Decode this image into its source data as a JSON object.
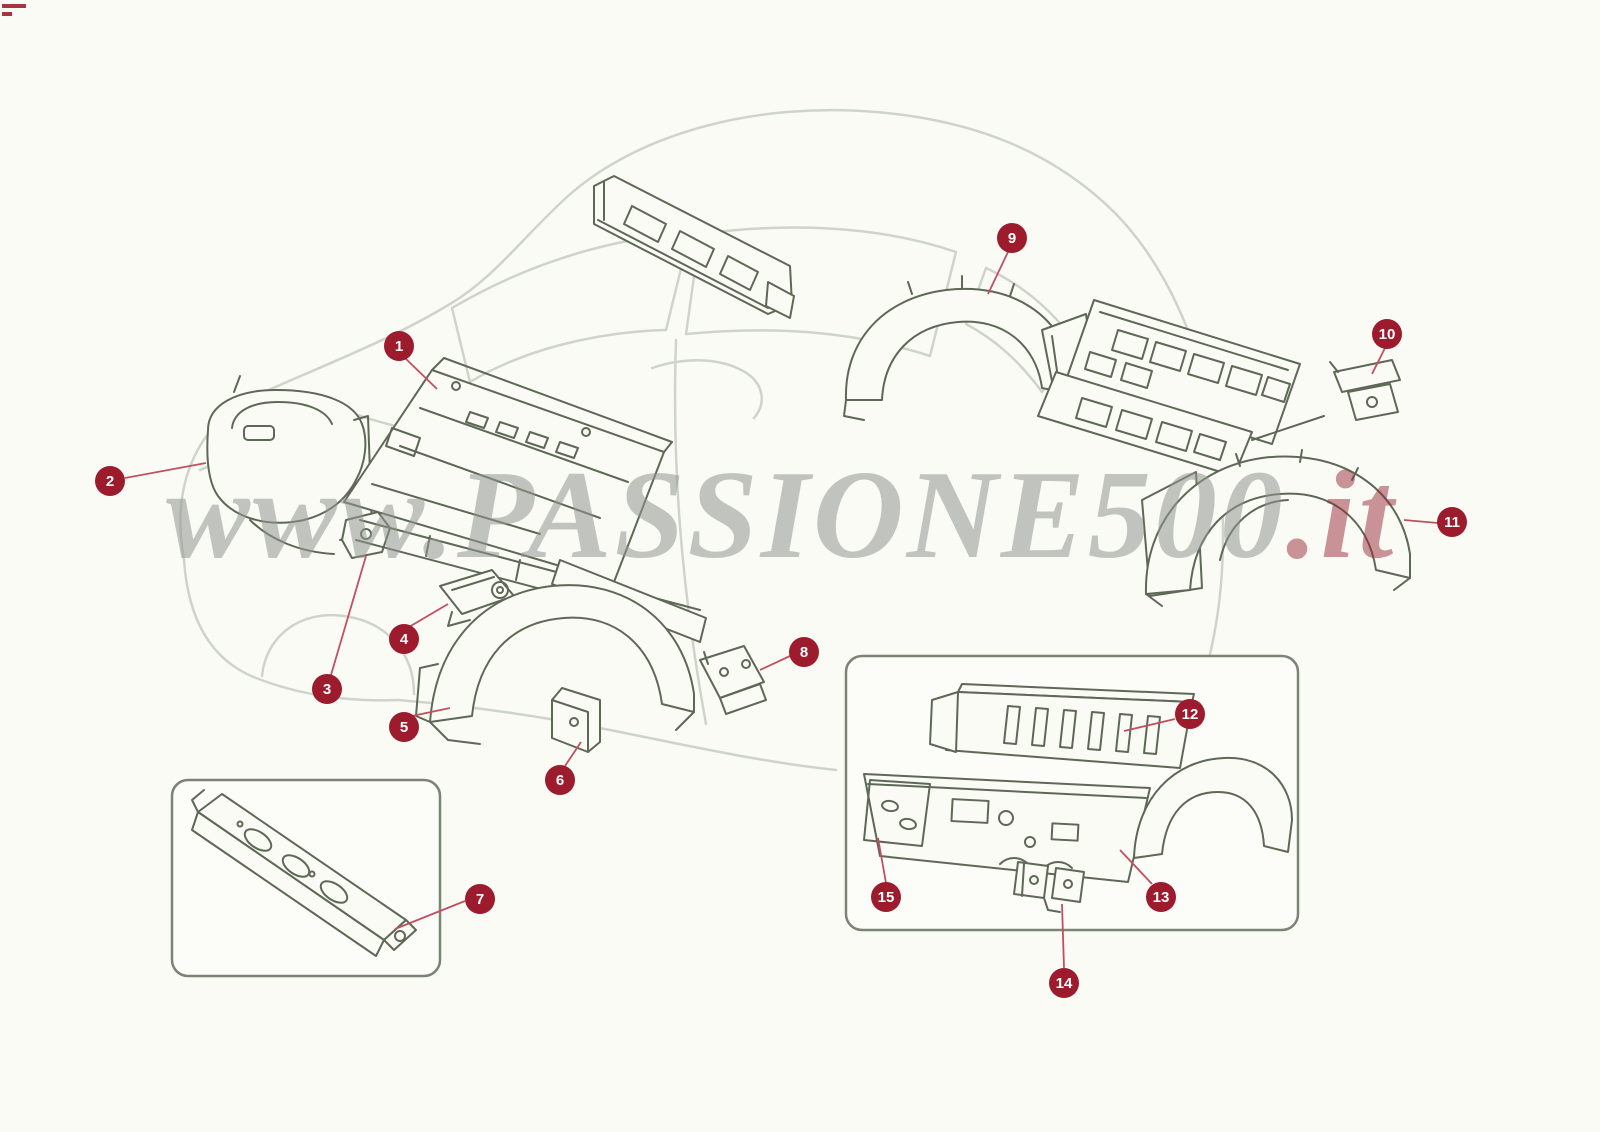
{
  "watermark": {
    "main": "www.PASSIONE500",
    "suffix": ".it"
  },
  "callouts": [
    {
      "label": "1"
    },
    {
      "label": "2"
    },
    {
      "label": "3"
    },
    {
      "label": "4"
    },
    {
      "label": "5"
    },
    {
      "label": "6"
    },
    {
      "label": "7"
    },
    {
      "label": "8"
    },
    {
      "label": "9"
    },
    {
      "label": "10"
    },
    {
      "label": "11"
    },
    {
      "label": "12"
    },
    {
      "label": "13"
    },
    {
      "label": "14"
    },
    {
      "label": "15"
    }
  ],
  "colors": {
    "badge_red": "#9c1b2c",
    "leader_red": "#c05060",
    "sketch_ink": "#5e6856",
    "ghost_gray": "#cfd4cb",
    "watermark_gray": "#929890",
    "watermark_red": "#962a38",
    "background": "#fbfbf6"
  }
}
